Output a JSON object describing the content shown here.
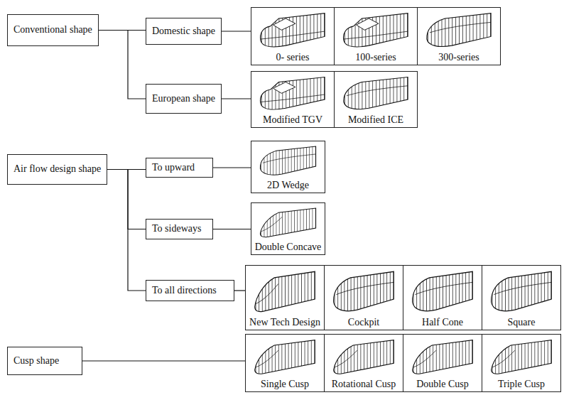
{
  "diagram": {
    "nodes": [
      {
        "text": [
          "Conventional shape"
        ]
      },
      {
        "text": [
          "Domestic shape"
        ]
      },
      {
        "text": [
          "0- series"
        ]
      },
      {
        "text": [
          "100-series"
        ]
      },
      {
        "text": [
          "300-series"
        ]
      },
      {
        "text": [
          "European shape"
        ]
      },
      {
        "text": [
          "Modified TGV"
        ]
      },
      {
        "text": [
          "Modified ICE"
        ]
      },
      {
        "text": [
          "Air flow design shape"
        ]
      },
      {
        "text": [
          "To upward"
        ]
      },
      {
        "text": [
          "2D Wedge"
        ]
      },
      {
        "text": [
          "To sideways"
        ]
      },
      {
        "text": [
          "Double Concave"
        ]
      },
      {
        "text": [
          "To all directions"
        ]
      },
      {
        "text": [
          "New Tech Design"
        ]
      },
      {
        "text": [
          "Cockpit"
        ]
      },
      {
        "text": [
          "Half Cone"
        ]
      },
      {
        "text": [
          "Square"
        ]
      },
      {
        "text": [
          "Cusp shape"
        ]
      },
      {
        "text": [
          "Single Cusp"
        ]
      },
      {
        "text": [
          "Rotational Cusp"
        ]
      },
      {
        "text": [
          "Double Cusp"
        ]
      },
      {
        "text": [
          "Triple Cusp"
        ]
      }
    ],
    "edges": [
      {
        "from": 0,
        "to": 1,
        "arrow": "none"
      },
      {
        "from": 0,
        "to": 5,
        "arrow": "none"
      },
      {
        "from": 1,
        "to": 2,
        "arrow": "none"
      },
      {
        "from": 5,
        "to": 6,
        "arrow": "none"
      },
      {
        "from": 8,
        "to": 9,
        "arrow": "none"
      },
      {
        "from": 8,
        "to": 11,
        "arrow": "none"
      },
      {
        "from": 8,
        "to": 13,
        "arrow": "none"
      },
      {
        "from": 9,
        "to": 10,
        "arrow": "none"
      },
      {
        "from": 11,
        "to": 12,
        "arrow": "none"
      },
      {
        "from": 13,
        "to": 14,
        "arrow": "none"
      },
      {
        "from": 18,
        "to": 19,
        "arrow": "none"
      }
    ]
  }
}
